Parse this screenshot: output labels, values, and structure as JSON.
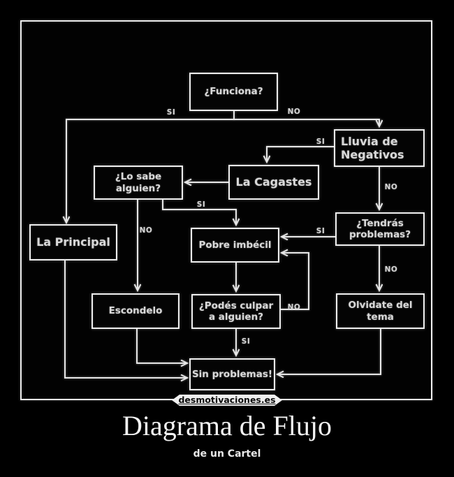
{
  "poster": {
    "title": "Diagrama de Flujo",
    "subtitle": "de un Cartel",
    "watermark": "desmotivaciones.es"
  },
  "flowchart": {
    "type": "flowchart",
    "nodes": {
      "funciona": "¿Funciona?",
      "lluvia": "Lluvia de\nNegativos",
      "cagastes": "La Cagastes",
      "losabe": "¿Lo sabe\nalguien?",
      "principal": "La Principal",
      "tendras": "¿Tendrás\nproblemas?",
      "pobre": "Pobre imbécil",
      "escondelo": "Escondelo",
      "podes": "¿Podés culpar\na alguien?",
      "olvidate": "Olvidate del\ntema",
      "sinproblemas": "Sin problemas!"
    },
    "edges": [
      {
        "from": "funciona",
        "to": "principal",
        "label": "SI"
      },
      {
        "from": "funciona",
        "to": "lluvia",
        "label": "NO"
      },
      {
        "from": "lluvia",
        "to": "cagastes",
        "label": "SI"
      },
      {
        "from": "lluvia",
        "to": "tendras",
        "label": "NO"
      },
      {
        "from": "cagastes",
        "to": "losabe",
        "label": ""
      },
      {
        "from": "losabe",
        "to": "pobre",
        "label": "SI"
      },
      {
        "from": "losabe",
        "to": "escondelo",
        "label": "NO"
      },
      {
        "from": "tendras",
        "to": "pobre",
        "label": "SI"
      },
      {
        "from": "tendras",
        "to": "olvidate",
        "label": "NO"
      },
      {
        "from": "pobre",
        "to": "podes",
        "label": ""
      },
      {
        "from": "podes",
        "to": "pobre",
        "label": "NO"
      },
      {
        "from": "podes",
        "to": "sinproblemas",
        "label": "SI"
      },
      {
        "from": "escondelo",
        "to": "sinproblemas",
        "label": ""
      },
      {
        "from": "principal",
        "to": "sinproblemas",
        "label": ""
      },
      {
        "from": "olvidate",
        "to": "sinproblemas",
        "label": ""
      }
    ],
    "colors": {
      "background": "#000000",
      "line": "#e6e6e6",
      "box_text": "#d9d9d9",
      "ribbon_bg": "#f0f0f0",
      "ribbon_text": "#0a0a0a"
    }
  }
}
